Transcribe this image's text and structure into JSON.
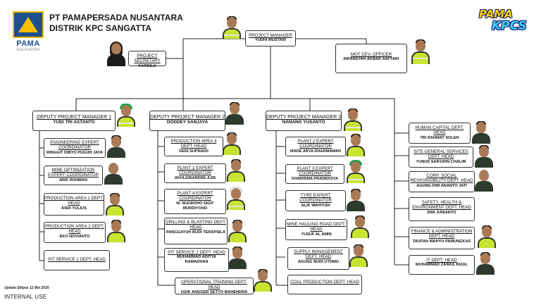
{
  "header": {
    "company_line1": "PT PAMAPERSADA NUSANTARA",
    "company_line2": "DISTRIK KPC SANGATTA",
    "logo_text": "PAMA",
    "logo_subtext": "Part of ASTRA",
    "badge_line1": "PAMA",
    "badge_line2": "KPCS"
  },
  "top": {
    "pm": {
      "title": "PROJECT MANAGER",
      "name": "YUDHI MUSTARI"
    },
    "secretary": {
      "title": "PROJECT SECRETARY",
      "name": "KARDILA"
    },
    "mgt_dev": {
      "title": "MGT DEV. OFFICER",
      "name": "RIPANSYAH AKBAR SAFTARI"
    }
  },
  "dpm1": {
    "title": "DEPUTY PROJECT MANAGER 1",
    "name": "YUDI TRI ASTANTO",
    "items": [
      {
        "title": "ENGINEERING EXPERT COORDINATOR",
        "name": "RINGGIT DIBYO PUGUH JAYA"
      },
      {
        "title": "MINE OPTIMIZATION EXPERT COORDINATOR",
        "name": "ARIF ROHMAN"
      },
      {
        "title": "PRODUCTION AREA 1 DEPT. HEAD",
        "name": "ANDI YULIUS"
      },
      {
        "title": "PRODUCTION AREA 2 DEPT. HEAD",
        "name": "EKO NOVIANTO"
      },
      {
        "title": "PIT SERVICE 1 DEPT. HEAD",
        "name": ""
      }
    ]
  },
  "dpm2": {
    "title": "DEPUTY PROJECT MANAGER 2",
    "name": "DODDEY SANJAYA",
    "items": [
      {
        "title": "PRODUCTION AREA 3 DEPT. HEAD",
        "name": "DEDI SUPRIADI"
      },
      {
        "title": "PLANT 1 EXPERT COORDINATOR",
        "name": "AKHLEINANDRE AJIS"
      },
      {
        "title": "PLANT 4 EXPERT COORDINATOR",
        "name": "M. NUGROHO SIGIT MURDIYONO"
      },
      {
        "title": "DRILLING & BLASTING DEPT. HEAD",
        "name": "PANGGAYUH BUDI TERAPSILA"
      },
      {
        "title": "PIT SERVICE 2 DEPT. HEAD",
        "name": "MUHAMMAD ADITYA RAMADHAN"
      },
      {
        "title": "OPERATIONAL TRAINING DEPT. HEAD",
        "name": "UGIK ANGGER SETYO MAHENDRA"
      }
    ]
  },
  "dpm3": {
    "title": "DEPUTY PROJECT MANAGER 3",
    "name": "NANANG YUSANTO",
    "items": [
      {
        "title": "PLANT 2 EXPERT COORDINATOR",
        "name": "MADE ARYA DHARMAWAN"
      },
      {
        "title": "PLANT 3 EXPERT COORDINATOR",
        "name": "KHARISMA PRADEKSYA"
      },
      {
        "title": "TYRE EXPERT COORDINATOR",
        "name": "ALIK WAHYUDI"
      },
      {
        "title": "MINE HAULING ROAD DEPT. HEAD",
        "name": "YUSUF AL AMIN"
      },
      {
        "title": "SUPPLY MANAGEMENT DEPT. HEAD",
        "name": "AGUNG BUDI UTOMO"
      },
      {
        "title": "COAL PRODUCTION DEPT. HEAD",
        "name": ""
      }
    ]
  },
  "support": {
    "items": [
      {
        "title": "HUMAN CAPITAL DEPT. HEAD",
        "name": "TRI RAHMAT SOLEH"
      },
      {
        "title": "SITE GENERAL SERVICES DEPT. HEAD",
        "name": "YUNUS SAIFUDIN CHALIM"
      },
      {
        "title": "CORP. SOCIAL RESPONSIBILITY DEPT. HEAD",
        "name": "AGUNG DWI ANANTO JATI"
      },
      {
        "title": "SAFETY, HEALTH & ENVIRONMENT DEPT. HEAD",
        "name": "DWI JUNIANTO"
      },
      {
        "title": "FINANCE & ADMINISTRATION DEPT. HEAD",
        "name": "TAUFAN WAHYU PAMUNGKAS"
      },
      {
        "title": "IT DEPT. HEAD",
        "name": "MUHAMMAD ZAINUL RIZAL"
      }
    ]
  },
  "footer": {
    "update": "Update Ellipse 12 Mei 2025",
    "classification": "INTERNAL USE"
  },
  "colors": {
    "line": "#222222",
    "vest": "#c9e331",
    "logo_blue": "#1f4f8f",
    "logo_yellow": "#f7c100"
  }
}
